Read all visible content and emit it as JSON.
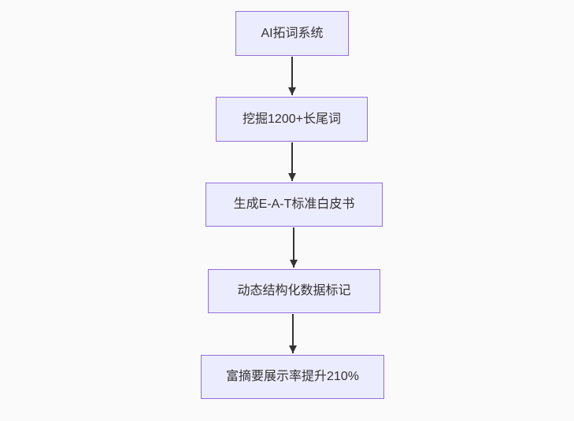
{
  "diagram": {
    "type": "flowchart",
    "direction": "top-down",
    "nodes": [
      {
        "id": "step-1",
        "label": "AI拓词系统"
      },
      {
        "id": "step-2",
        "label": "挖掘1200+长尾词"
      },
      {
        "id": "step-3",
        "label": "生成E-A-T标准白皮书"
      },
      {
        "id": "step-4",
        "label": "动态结构化数据标记"
      },
      {
        "id": "step-5",
        "label": "富摘要展示率提升210%"
      }
    ],
    "edges": [
      {
        "from": "step-1",
        "to": "step-2"
      },
      {
        "from": "step-2",
        "to": "step-3"
      },
      {
        "from": "step-3",
        "to": "step-4"
      },
      {
        "from": "step-4",
        "to": "step-5"
      }
    ],
    "colors": {
      "node_fill": "#ECECFF",
      "node_border": "#9370DB",
      "edge": "#333333",
      "text": "#333333",
      "background": "#FAFAFA"
    }
  }
}
